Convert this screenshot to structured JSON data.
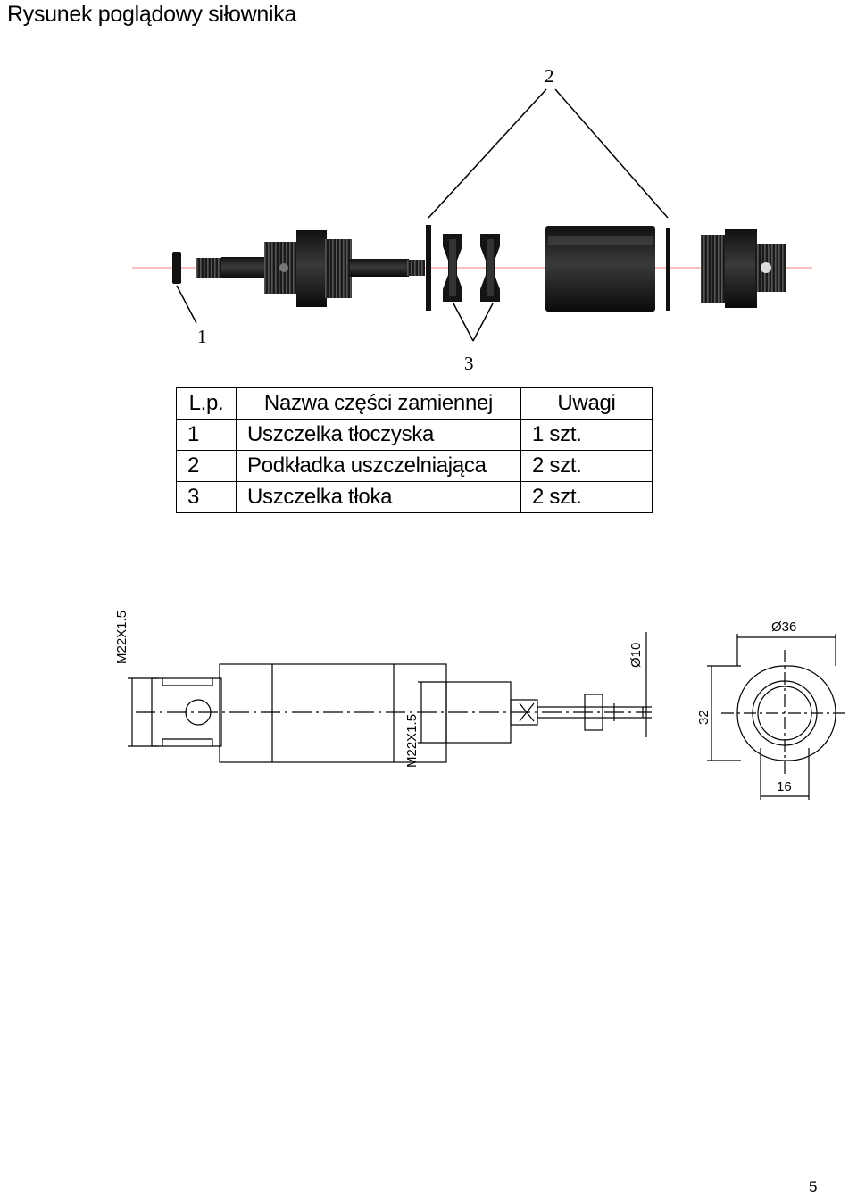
{
  "page": {
    "title": "Rysunek poglądowy siłownika",
    "page_number": "5"
  },
  "exploded_view": {
    "callouts": [
      "1",
      "2",
      "3"
    ]
  },
  "parts_table": {
    "headers": [
      "L.p.",
      "Nazwa części zamiennej",
      "Uwagi"
    ],
    "rows": [
      {
        "lp": "1",
        "name": "Uszczelka tłoczyska",
        "note": "1 szt."
      },
      {
        "lp": "2",
        "name": "Podkładka uszczelniająca",
        "note": "2 szt."
      },
      {
        "lp": "3",
        "name": "Uszczelka tłoka",
        "note": "2 szt."
      }
    ]
  },
  "technical_drawing": {
    "dimensions": {
      "rod_end_thread": "M22X1.5",
      "body_thread": "M22X1.5",
      "rod_diameter": "Ø10",
      "eye_diameter": "Ø36",
      "eye_height": "32",
      "eye_width": "16"
    }
  }
}
